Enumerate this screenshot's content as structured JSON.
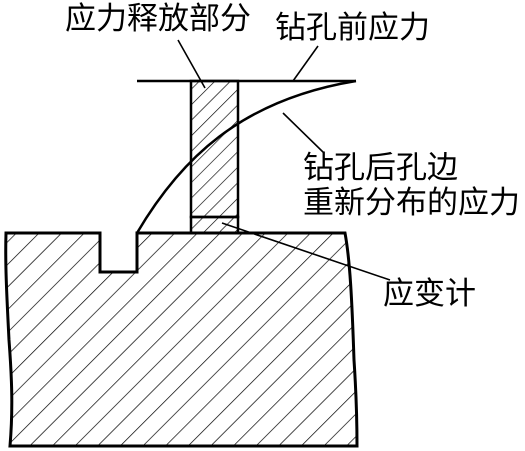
{
  "labels": {
    "release_part": "应力释放部分",
    "stress_before_drilling": "钻孔前应力",
    "stress_after_drilling_line1": "钻孔后孔边",
    "stress_after_drilling_line2": "重新分布的应力",
    "strain_gauge": "应变计"
  },
  "colors": {
    "ink": "#000000",
    "paper": "#ffffff"
  }
}
